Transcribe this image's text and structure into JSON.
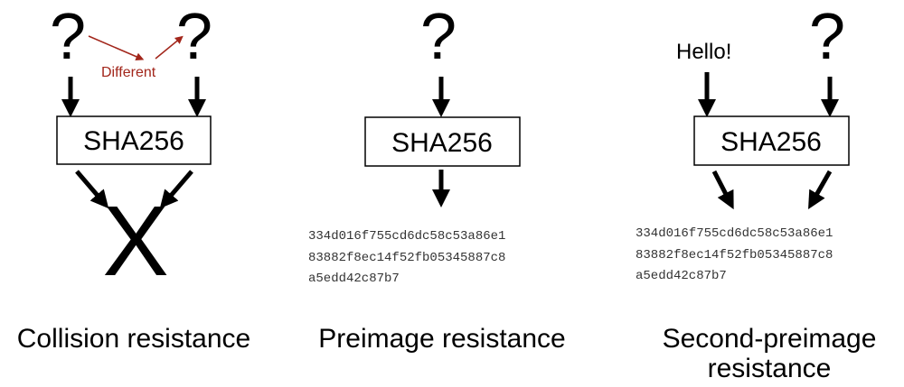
{
  "panels": [
    {
      "id": "collision",
      "caption": "Collision resistance",
      "inputs": [
        "?",
        "?"
      ],
      "annotation": "Different",
      "box_label": "SHA256",
      "output": "X"
    },
    {
      "id": "preimage",
      "caption": "Preimage resistance",
      "inputs": [
        "?"
      ],
      "box_label": "SHA256",
      "hash_lines": [
        "334d016f755cd6dc58c53a86e1",
        "83882f8ec14f52fb05345887c8",
        "a5edd42c87b7"
      ]
    },
    {
      "id": "second_preimage",
      "caption_lines": [
        "Second-preimage",
        "resistance"
      ],
      "inputs": [
        "Hello!",
        "?"
      ],
      "box_label": "SHA256",
      "hash_lines": [
        "334d016f755cd6dc58c53a86e1",
        "83882f8ec14f52fb05345887c8",
        "a5edd42c87b7"
      ]
    }
  ],
  "colors": {
    "annotation": "#a2261b",
    "ink": "#000000",
    "hash_text": "#333333"
  }
}
